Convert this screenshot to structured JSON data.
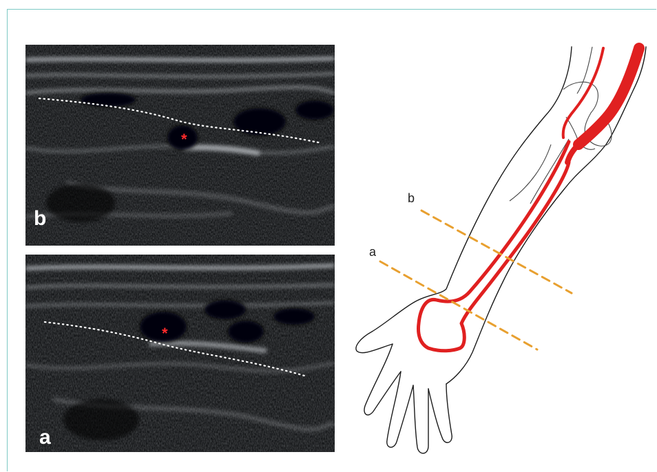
{
  "panels": {
    "b": {
      "letter": "b",
      "marker": "*"
    },
    "a": {
      "letter": "a",
      "marker": "*"
    }
  },
  "diagram": {
    "plane_b_label": "b",
    "plane_a_label": "a"
  },
  "colors": {
    "frame": "#7cc9c4",
    "artery": "#e02020",
    "plane_line": "#e8a030",
    "marker": "#ff2b2b",
    "outline": "#1a1a1a"
  }
}
